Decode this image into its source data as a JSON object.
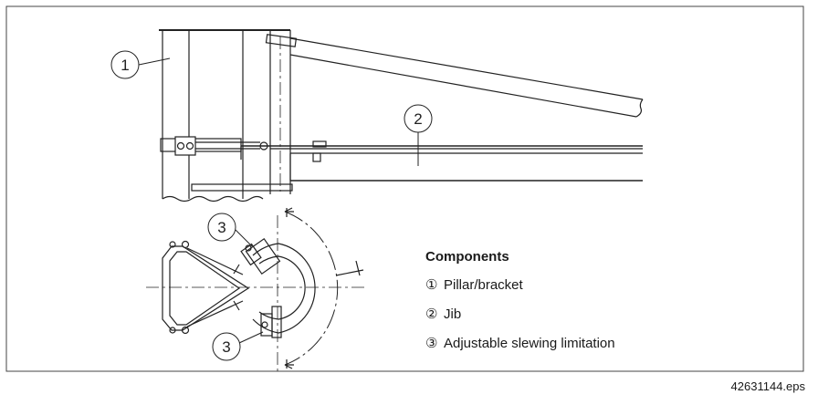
{
  "callouts": [
    "1",
    "2",
    "3",
    "3"
  ],
  "legend": {
    "title": "Components",
    "items": [
      {
        "marker": "①",
        "label": "Pillar/bracket"
      },
      {
        "marker": "②",
        "label": "Jib"
      },
      {
        "marker": "③",
        "label": "Adjustable slewing limitation"
      }
    ]
  },
  "file_reference": "42631144.eps"
}
